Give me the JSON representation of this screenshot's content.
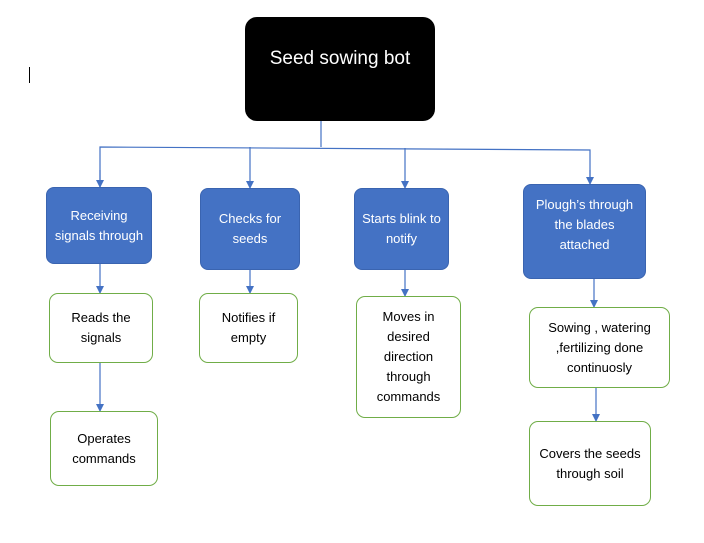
{
  "root": {
    "label": "Seed sowing bot"
  },
  "branches": [
    {
      "label": "Receiving signals through",
      "children": [
        "Reads the signals",
        "Operates commands"
      ]
    },
    {
      "label": "Checks for seeds",
      "children": [
        "Notifies if empty"
      ]
    },
    {
      "label": "Starts blink to notify",
      "children": [
        "Moves in desired direction through commands"
      ]
    },
    {
      "label": "Plough’s through the blades attached",
      "children": [
        "Sowing , watering ,fertilizing done continuosly",
        "Covers the seeds through soil"
      ]
    }
  ],
  "colors": {
    "root_fill": "#000000",
    "level1_fill": "#4472c4",
    "level2_border": "#70ad47",
    "connector": "#4472c4"
  }
}
